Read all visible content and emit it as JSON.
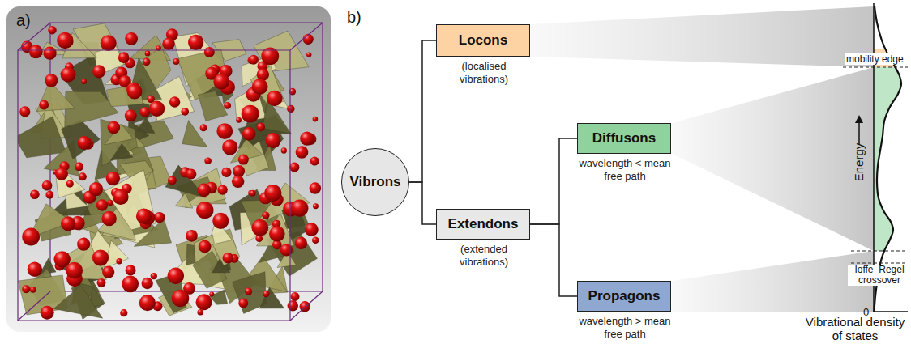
{
  "diagram": {
    "nodes": [
      {
        "text": [
          "Vibrons"
        ]
      },
      {
        "text": [
          "Locons",
          "(localised vibrations)"
        ]
      },
      {
        "text": [
          "Extendons",
          "(extended vibrations)"
        ]
      },
      {
        "text": [
          "Diffusons",
          "wavelength < mean free path"
        ]
      },
      {
        "text": [
          "Propagons",
          "wavelength > mean free path"
        ]
      }
    ],
    "edges": [
      {
        "from": 0,
        "to": 1,
        "arrow": "none"
      },
      {
        "from": 0,
        "to": 2,
        "arrow": "none"
      },
      {
        "from": 2,
        "to": 3,
        "arrow": "none"
      },
      {
        "from": 2,
        "to": 4,
        "arrow": "none"
      }
    ],
    "labels": [
      "a)",
      "b)",
      "mobility edge",
      "Ioffe–Regel crossover",
      "Energy",
      "0",
      "Vibrational density of states"
    ]
  }
}
